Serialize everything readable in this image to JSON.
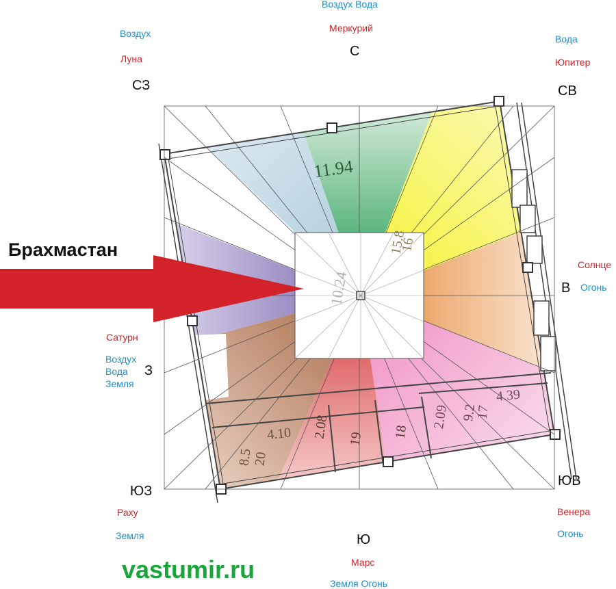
{
  "title": "Брахмастан",
  "website": "vastumir.ru",
  "colors": {
    "arrow": "#d2232a",
    "planet_text": "#d2232a",
    "element_text": "#1a8fc9",
    "website": "#1aa53a",
    "zone_n": "#1f9a4e",
    "zone_ne": "#f4f22a",
    "zone_e": "#e58a3a",
    "zone_se": "#ef8cc1",
    "zone_s": "#d63a3a",
    "zone_sw": "#a86b47",
    "zone_w": "#7b6ab1",
    "zone_nw": "#b9d5e2"
  },
  "directions": {
    "n": "С",
    "ne": "СВ",
    "e": "В",
    "se": "ЮВ",
    "s": "Ю",
    "sw": "ЮЗ",
    "w": "З",
    "nw": "СЗ"
  },
  "north": {
    "elements": "Воздух  Вода",
    "planet": "Меркурий"
  },
  "northeast": {
    "element": "Вода",
    "planet": "Юпитер"
  },
  "east": {
    "planet": "Солнце",
    "element": "Огонь"
  },
  "southeast": {
    "planet": "Венера",
    "element": "Огонь"
  },
  "south": {
    "planet": "Марс",
    "elements": "Земля  Огонь"
  },
  "southwest": {
    "planet": "Раху",
    "element": "Земля"
  },
  "west": {
    "planet": "Сатурн",
    "element1": "Воздух",
    "element2": "Вода",
    "element3": "Земля"
  },
  "northwest": {
    "element": "Воздух",
    "planet": "Луна"
  },
  "plan_numbers": {
    "n": "11.94",
    "center_left": "10.24",
    "center_top": "16",
    "center_bottom": "15.8",
    "se_top": "4.39",
    "se_a": "17",
    "se_b": "9.2",
    "se_c": "2.09",
    "s_a": "18",
    "s_b": "19",
    "s_c": "2.08",
    "sw_a": "4.10",
    "sw_b": "20",
    "sw_c": "8.5"
  }
}
